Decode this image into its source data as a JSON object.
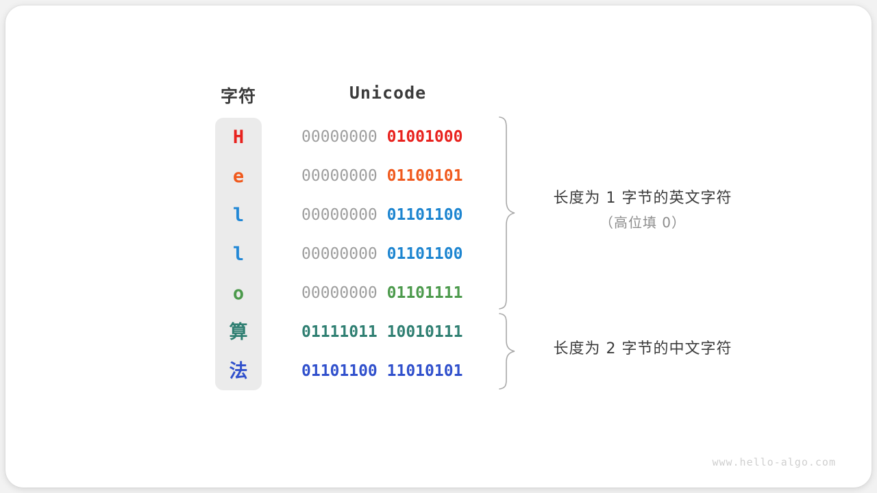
{
  "figure": {
    "headers": {
      "char": "字符",
      "unicode": "Unicode"
    },
    "rows": [
      {
        "char": "H",
        "char_color": "#e8221e",
        "high": "00000000",
        "low": "01001000",
        "low_color": "#e8221e",
        "high_strong": false
      },
      {
        "char": "e",
        "char_color": "#f05a1e",
        "high": "00000000",
        "low": "01100101",
        "low_color": "#f05a1e",
        "high_strong": false
      },
      {
        "char": "l",
        "char_color": "#2288d6",
        "high": "00000000",
        "low": "01101100",
        "low_color": "#1d85d0",
        "high_strong": false
      },
      {
        "char": "l",
        "char_color": "#2288d6",
        "high": "00000000",
        "low": "01101100",
        "low_color": "#1d85d0",
        "high_strong": false
      },
      {
        "char": "o",
        "char_color": "#4c9a4c",
        "high": "00000000",
        "low": "01101111",
        "low_color": "#4c9a4c",
        "high_strong": false
      },
      {
        "char": "算",
        "char_color": "#2f7f72",
        "high": "01111011",
        "low": "10010111",
        "low_color": "#2f7f72",
        "high_strong": true
      },
      {
        "char": "法",
        "char_color": "#3050cc",
        "high": "01101100",
        "low": "11010101",
        "low_color": "#3050cc",
        "high_strong": true
      }
    ],
    "annotations": [
      {
        "line1": "长度为 1 字节的英文字符",
        "line2": "（高位填 0）"
      },
      {
        "line1": "长度为 2 字节的中文字符",
        "line2": ""
      }
    ],
    "watermark": "www.hello-algo.com",
    "colors": {
      "panel_bg": "#ebebeb",
      "card_bg": "#ffffff",
      "page_bg": "#f2f2f2",
      "header_text": "#3b3b3b",
      "high_bits": "#9e9e9e",
      "brace": "#a8a8a8",
      "watermark": "#cfcfcf"
    }
  }
}
